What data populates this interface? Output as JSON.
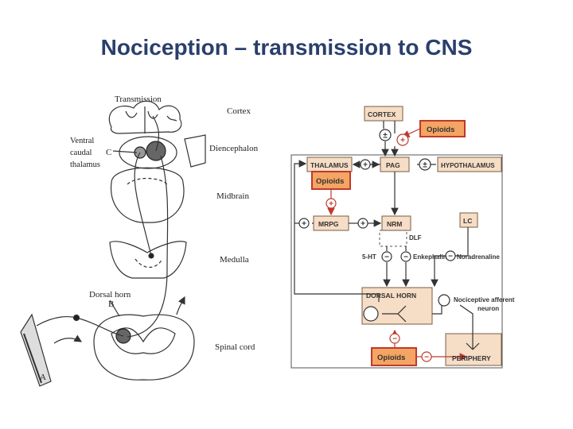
{
  "title": "Nociception – transmission to CNS",
  "left": {
    "transmission": "Transmission",
    "cortex": "Cortex",
    "ventral": "Ventral",
    "caudal": "caudal",
    "thalamus": "thalamus",
    "c": "C",
    "diencephalon": "Diencephalon",
    "midbrain": "Midbrain",
    "medulla": "Medulla",
    "dorsal_horn": "Dorsal horn",
    "b": "B",
    "spinal_cord": "Spinal cord",
    "a": "A"
  },
  "right": {
    "cortex": "CORTEX",
    "opioids_top": "Opioids",
    "thalamus": "THALAMUS",
    "pag": "PAG",
    "hypothalamus": "HYPOTHALAMUS",
    "opioids_mid": "Opioids",
    "mrpg": "MRPG",
    "nrm": "NRM",
    "lc": "LC",
    "dlf": "DLF",
    "five_ht": "5-HT",
    "enkephalin": "Enkephalin",
    "noradrenaline": "Noradrenaline",
    "dorsal_horn": "DORSAL HORN",
    "nociceptive_1": "Nociceptive afferent",
    "nociceptive_2": "neuron",
    "opioids_bottom": "Opioids",
    "periphery": "PERIPHERY"
  }
}
